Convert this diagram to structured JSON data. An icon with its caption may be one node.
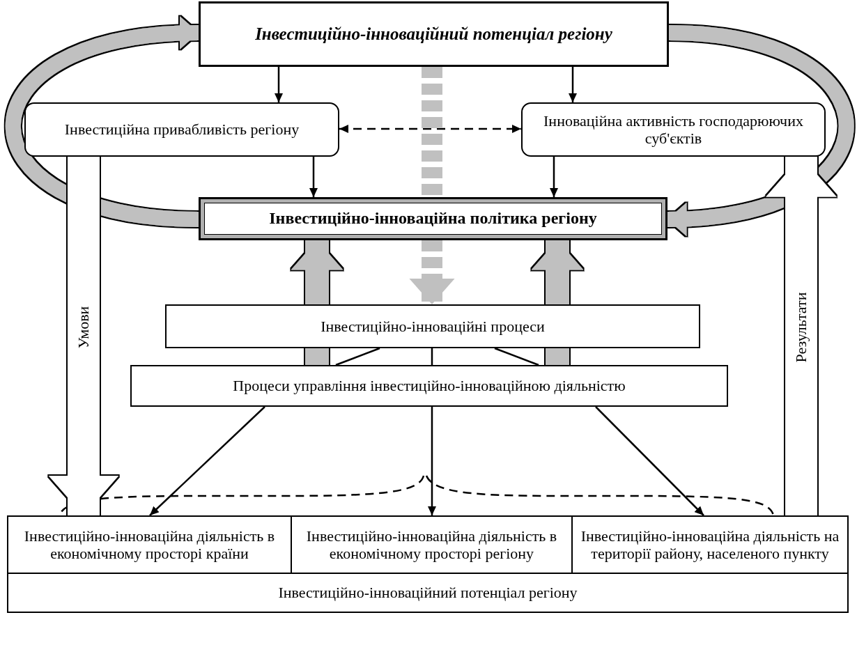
{
  "diagram": {
    "nodes": [
      {
        "text": [
          "Інвестиційно-інноваційний потенціал регіону"
        ]
      },
      {
        "text": [
          "Інвестиційна привабливість регіону"
        ]
      },
      {
        "text": [
          "Інноваційна активність господарюючих суб'єктів"
        ]
      },
      {
        "text": [
          "Інвестиційно-інноваційна політика регіону"
        ]
      },
      {
        "text": [
          "Інвестиційно-інноваційні процеси"
        ]
      },
      {
        "text": [
          "Процеси управління інвестиційно-інноваційною діяльністю"
        ]
      },
      {
        "text": [
          "Інвестиційно-інноваційна діяльність в економічному просторі країни"
        ]
      },
      {
        "text": [
          "Інвестиційно-інноваційна діяльність в економічному просторі регіону"
        ]
      },
      {
        "text": [
          "Інвестиційно-інноваційна діяльність на території району, населеного пункту"
        ]
      },
      {
        "text": [
          "Інвестиційно-інноваційний потенціал регіону"
        ]
      }
    ],
    "edges": [
      {
        "from": 0,
        "to": 1,
        "arrow": "to"
      },
      {
        "from": 0,
        "to": 2,
        "arrow": "to"
      },
      {
        "from": 1,
        "to": 2,
        "arrow": "both",
        "style": "dashed"
      },
      {
        "from": 1,
        "to": 3,
        "arrow": "to"
      },
      {
        "from": 2,
        "to": 3,
        "arrow": "to"
      },
      {
        "from": 3,
        "to": 0,
        "arrow": "to",
        "style": "thick",
        "color": "#c0c0c0"
      },
      {
        "from": 0,
        "to": 3,
        "arrow": "to",
        "style": "thick",
        "color": "#c0c0c0"
      },
      {
        "from": 0,
        "to": 3,
        "arrow": "none",
        "style": "dashed",
        "color": "#c0c0c0"
      },
      {
        "from": 3,
        "to": 4,
        "arrow": "to",
        "style": "dashed",
        "color": "#c0c0c0"
      },
      {
        "from": 4,
        "to": 3,
        "arrow": "to",
        "style": "thick",
        "color": "#c0c0c0"
      },
      {
        "from": 4,
        "to": 3,
        "arrow": "to",
        "style": "thick",
        "color": "#c0c0c0"
      },
      {
        "from": 5,
        "to": 4,
        "arrow": "none",
        "style": "thick",
        "color": "#c0c0c0"
      },
      {
        "from": 5,
        "to": 4,
        "arrow": "none",
        "style": "thick",
        "color": "#c0c0c0"
      },
      {
        "from": 5,
        "to": 4,
        "arrow": "none"
      },
      {
        "from": 5,
        "to": 4,
        "arrow": "none"
      },
      {
        "from": 5,
        "to": 4,
        "arrow": "none"
      },
      {
        "from": 5,
        "to": 6,
        "arrow": "to"
      },
      {
        "from": 5,
        "to": 7,
        "arrow": "to"
      },
      {
        "from": 5,
        "to": 8,
        "arrow": "to"
      },
      {
        "from": null,
        "to": 6,
        "arrow": "none",
        "style": "dashed"
      },
      {
        "from": null,
        "to": 8,
        "arrow": "none",
        "style": "dashed"
      },
      {
        "from": 1,
        "to": 6,
        "arrow": "to",
        "style": "thick",
        "color": "#ffffff",
        "label": "Умови"
      },
      {
        "from": 8,
        "to": 2,
        "arrow": "to",
        "style": "thick",
        "color": "#ffffff",
        "label": "Результати"
      }
    ]
  }
}
